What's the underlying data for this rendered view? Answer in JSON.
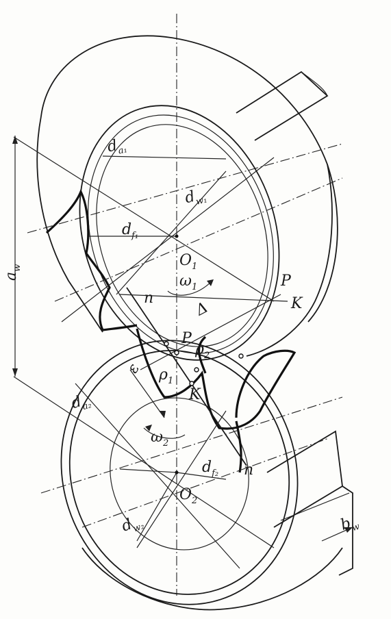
{
  "labels": {
    "da1": {
      "main": "d",
      "sub": "a₁"
    },
    "dw1": {
      "main": "d",
      "sub": "w₁"
    },
    "df1": {
      "main": "d",
      "sub": "f₁"
    },
    "o1": {
      "main": "O",
      "sub": "1"
    },
    "w1": {
      "main": "ω",
      "sub": "1"
    },
    "aw": {
      "main": "a",
      "sub": "w"
    },
    "n_top": {
      "main": "n"
    },
    "p_right": {
      "main": "P"
    },
    "k_right": {
      "main": "K"
    },
    "delta": {
      "main": "Δ"
    },
    "p_center": {
      "main": "P"
    },
    "rho2": {
      "main": "ρ",
      "sub": "2"
    },
    "rho1": {
      "main": "ρ",
      "sub": "1"
    },
    "eps": {
      "main": "ε"
    },
    "k_center": {
      "main": "K"
    },
    "da2": {
      "main": "d",
      "sub": "a₂"
    },
    "w2": {
      "main": "ω",
      "sub": "2"
    },
    "df2": {
      "main": "d",
      "sub": "f₂"
    },
    "o2": {
      "main": "O",
      "sub": "2"
    },
    "n_bottom": {
      "main": "n"
    },
    "dw2": {
      "main": "d",
      "sub": "w₂"
    },
    "bw": {
      "main": "b",
      "sub": "w"
    }
  }
}
